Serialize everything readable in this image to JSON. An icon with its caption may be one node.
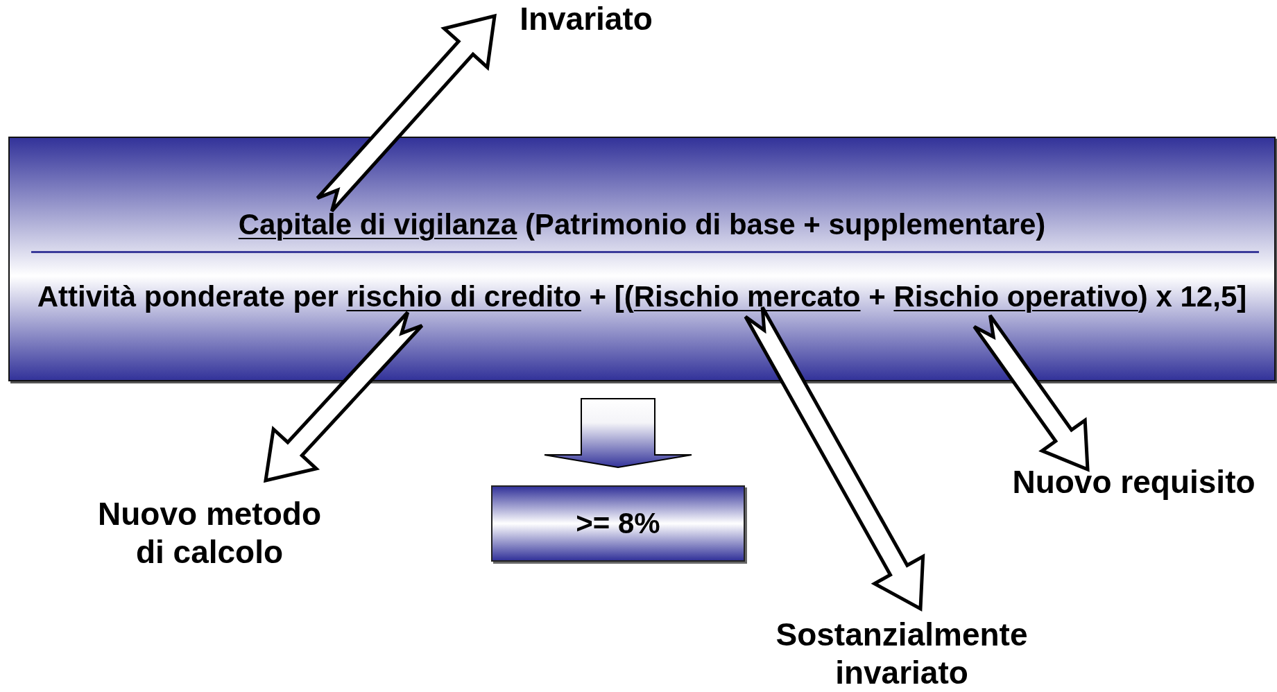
{
  "diagram": {
    "nodes": [
      {
        "text": [
          "Invariato"
        ]
      },
      {
        "text": [
          "Capitale di vigilanza (Patrimonio di base + supplementare)",
          "Attività ponderate per rischio di credito + [(Rischio mercato + Rischio operativo) x 12,5]"
        ]
      },
      {
        "text": [
          "Nuovo metodo di calcolo"
        ]
      },
      {
        "text": [
          ">= 8%"
        ]
      },
      {
        "text": [
          "Nuovo requisito"
        ]
      },
      {
        "text": [
          "Sostanzialmente invariato"
        ]
      }
    ],
    "edges": [
      {
        "from": 1,
        "to": 0,
        "arrow": "to"
      },
      {
        "from": 1,
        "to": 2,
        "arrow": "to"
      },
      {
        "from": 1,
        "to": 5,
        "arrow": "to"
      },
      {
        "from": 1,
        "to": 4,
        "arrow": "to"
      },
      {
        "from": 1,
        "to": 3,
        "arrow": "to",
        "color": "#33339a"
      }
    ]
  }
}
